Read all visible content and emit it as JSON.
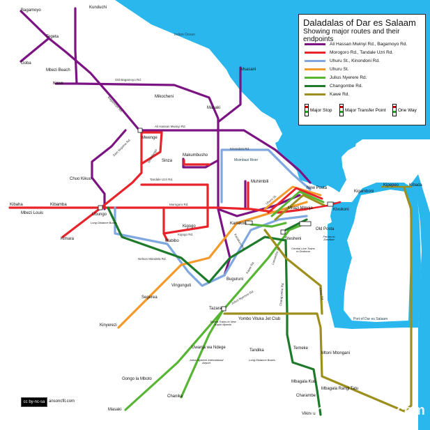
{
  "title": "Daladalas of Dar es Salaam",
  "subtitle": "Showing major routes and their endpoints",
  "colors": {
    "sea": "#29b7ee",
    "land": "#ffffff",
    "purple": "#7b1482",
    "red": "#e8232a",
    "blue": "#7fa7e0",
    "orange": "#f39a2b",
    "green": "#56b532",
    "darkgreen": "#1c7a2a",
    "olive": "#9c8f1c"
  },
  "legend": [
    {
      "label": "Ali Hassan Mwinyi Rd., Bagamoyo Rd.",
      "color": "#7b1482"
    },
    {
      "label": "Morogoro Rd., Tandale Uzri Rd.",
      "color": "#e8232a"
    },
    {
      "label": "Uhuru St., Kinondoni Rd.",
      "color": "#7fa7e0"
    },
    {
      "label": "Uhuru St.",
      "color": "#f39a2b"
    },
    {
      "label": "Julius Nyerere Rd.",
      "color": "#56b532"
    },
    {
      "label": "Changombe Rd.",
      "color": "#1c7a2a"
    },
    {
      "label": "Kawe Rd.",
      "color": "#9c8f1c"
    }
  ],
  "keys": [
    "Major Stop",
    "Major Transfer Point",
    "One Way"
  ],
  "water_labels": [
    "Indian Ocean",
    "Msimbazi River",
    "Port of Dar es Salaam"
  ],
  "stations": [
    "Bagamoyo",
    "Kunduchi",
    "Tegeta",
    "Goba",
    "Mbezi Beach",
    "Kawe",
    "Mikocheni",
    "Msasani",
    "Masaki",
    "Mwenge",
    "Sinza",
    "Makumbusho",
    "Chuo Kikuu",
    "Muhimbili",
    "New Posta",
    "Kigamboni",
    "Kipepeo",
    "Kibada",
    "Kivukoni",
    "Mnazi Mmoja",
    "Old Posta",
    "Kibaha",
    "Mbezi Louis",
    "Kimara",
    "Kibamba",
    "Ubungo",
    "Kigogo",
    "Mabibo",
    "Kariakoo",
    "Stesheni",
    "Buguruni",
    "Vingunguti",
    "Segerea",
    "Kinyerezi",
    "Tazara",
    "Yombo Vituka Jet Club",
    "Uwanja wa Ndege",
    "Tandika",
    "Temeke",
    "Mtoni Mtongani",
    "Gongo la Mboto",
    "Chanika",
    "Mbagala Kuu",
    "Mbagala Rangi Tatu",
    "Charambe",
    "Vikindu",
    "Masaki"
  ],
  "roads": [
    "Old Bagamoyo Rd.",
    "Ali Hassan Mwinyi Rd.",
    "Bagamoyo Rd.",
    "Kinondoni Rd.",
    "Sam Nujoma Rd.",
    "Shekilango",
    "Tandale Uzri Rd.",
    "Morogoro Rd.",
    "Kigogo Rd.",
    "Nelson Mandela Rd.",
    "Julius Nyerere Rd.",
    "Chang'ombe Rd.",
    "Kilwa Rd.",
    "Uhuru St.",
    "Lumumba St.",
    "Kawe Rd.",
    "Kariakoo Rd."
  ],
  "notes": [
    "Long Distance Buses",
    "Tazara Trains to New Kapiri Mposhi",
    "Julius Nyerere International Airport",
    "Long Distance Buses",
    "Central Line Trains to Dodoma",
    "Ferries to Zanzibar"
  ],
  "credit": "ansoncfit.com",
  "license": "cc by-nc-sa",
  "watermark": "Travelsmaps.com"
}
